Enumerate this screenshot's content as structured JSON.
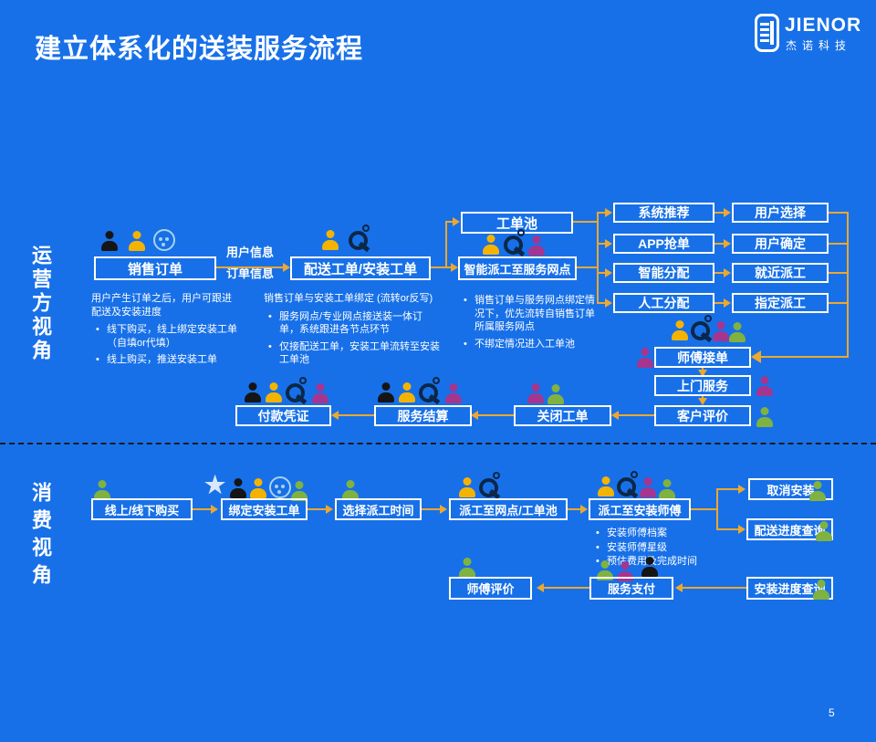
{
  "slide": {
    "title": "建立体系化的送装服务流程",
    "page_number": "5"
  },
  "logo": {
    "name": "JIENOR",
    "subtitle": "杰诺科技"
  },
  "colors": {
    "background": "#1770E8",
    "arrow": "#ECA82F",
    "box_border": "#FFFFFF",
    "icon_black": "#151515",
    "icon_yellow": "#F5B301",
    "icon_purple": "#A4368F",
    "icon_green": "#7FB241",
    "icon_team_badge": "#A9D2EE",
    "icon_platform": "#0C2747"
  },
  "icons": {
    "person": "person-silhouette",
    "platform": "magnifier-q",
    "team": "team-badge",
    "star": "star"
  },
  "sections": {
    "operator_label": "运营方视角",
    "consumer_label": "消费视角"
  },
  "operator": {
    "sales_order": "销售订单",
    "edge_user_info": "用户信息",
    "edge_order_info": "订单信息",
    "delivery_install_order": "配送工单/安装工单",
    "order_pool": "工单池",
    "smart_dispatch": "智能派工至服务网点",
    "assign_modes": [
      "系统推荐",
      "APP抢单",
      "智能分配",
      "人工分配"
    ],
    "assign_results": [
      "用户选择",
      "用户确定",
      "就近派工",
      "指定派工"
    ],
    "master_accept": "师傅接单",
    "onsite_service": "上门服务",
    "customer_review": "客户评价",
    "close_order": "关闭工单",
    "service_settlement": "服务结算",
    "payment_voucher": "付款凭证",
    "sales_note_intro": "用户产生订单之后，用户可跟进配送及安装进度",
    "sales_note_bullets": [
      "线下购买，线上绑定安装工单（自填or代填）",
      "线上购买，推送安装工单"
    ],
    "delivery_note_intro": "销售订单与安装工单绑定 (流转or反写)",
    "delivery_note_bullets": [
      "服务网点/专业网点接送装一体订单，系统跟进各节点环节",
      "仅接配送工单，安装工单流转至安装工单池"
    ],
    "dispatch_note_bullets": [
      "销售订单与服务网点绑定情况下，优先流转自销售订单所属服务网点",
      "不绑定情况进入工单池"
    ]
  },
  "consumer": {
    "purchase": "线上/线下购买",
    "bind_order": "绑定安装工单",
    "choose_time": "选择派工时间",
    "dispatch_pool": "派工至网点/工单池",
    "dispatch_master": "派工至安装师傅",
    "master_bullets": [
      "安装师傅档案",
      "安装师傅星级",
      "预估费用及完成时间"
    ],
    "cancel_install": "取消安装",
    "delivery_progress": "配送进度查询",
    "install_progress": "安装进度查询",
    "service_payment": "服务支付",
    "master_review": "师傅评价"
  }
}
